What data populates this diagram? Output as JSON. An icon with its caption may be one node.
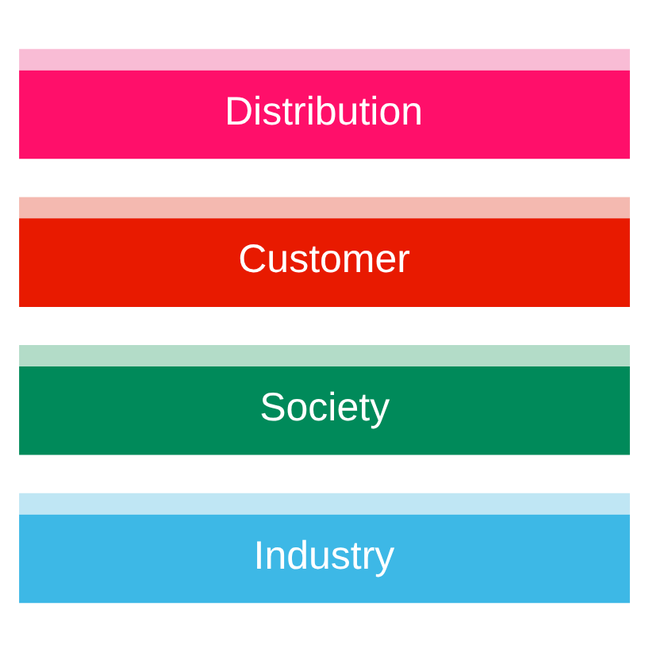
{
  "diagram": {
    "nodes": [
      {
        "text": [
          "Distribution"
        ]
      },
      {
        "text": [
          "Customer"
        ]
      },
      {
        "text": [
          "Society"
        ]
      },
      {
        "text": [
          "Industry"
        ]
      }
    ]
  }
}
